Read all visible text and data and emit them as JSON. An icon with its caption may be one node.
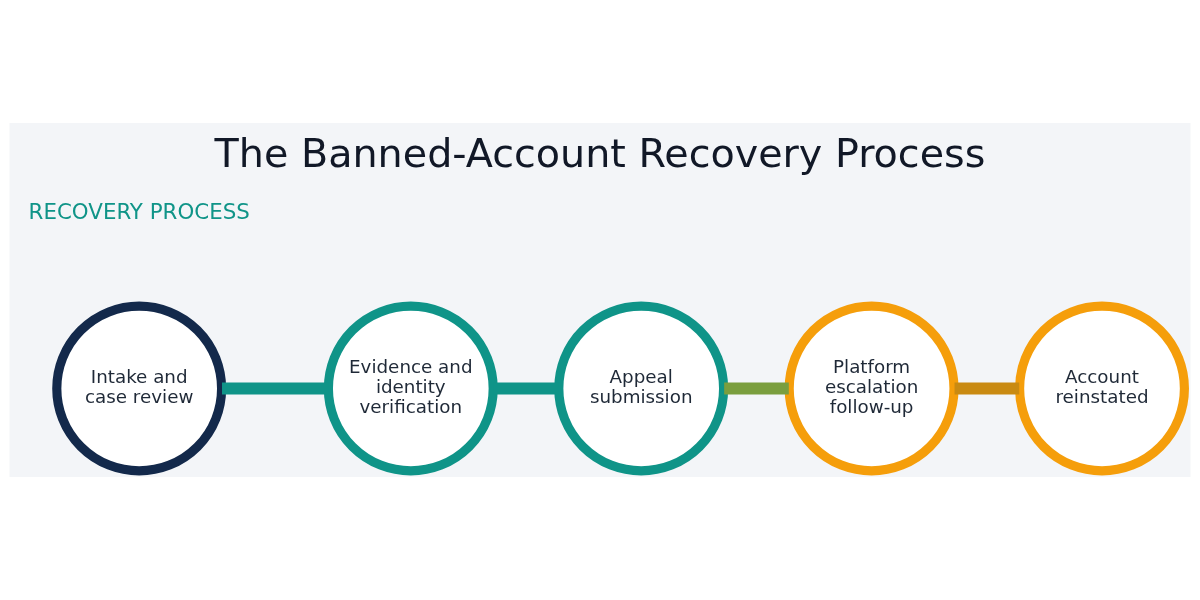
{
  "diagram": {
    "title": "The Banned-Account Recovery Process",
    "nodes": [
      {
        "text": [
          "Intake and case review"
        ]
      },
      {
        "text": [
          "Evidence and identity verification"
        ]
      },
      {
        "text": [
          "Appeal submission"
        ]
      },
      {
        "text": [
          "Platform escalation follow-up"
        ]
      },
      {
        "text": [
          "Account reinstated"
        ]
      }
    ],
    "edges": [
      {
        "from": 0,
        "to": 1,
        "arrow": "none"
      },
      {
        "from": 1,
        "to": 2,
        "arrow": "none"
      },
      {
        "from": 2,
        "to": 3,
        "arrow": "none",
        "color": "#7a9e3e"
      },
      {
        "from": 3,
        "to": 4,
        "arrow": "none",
        "color": "#c98a12"
      }
    ],
    "labels": [
      "RECOVERY PROCESS"
    ]
  }
}
